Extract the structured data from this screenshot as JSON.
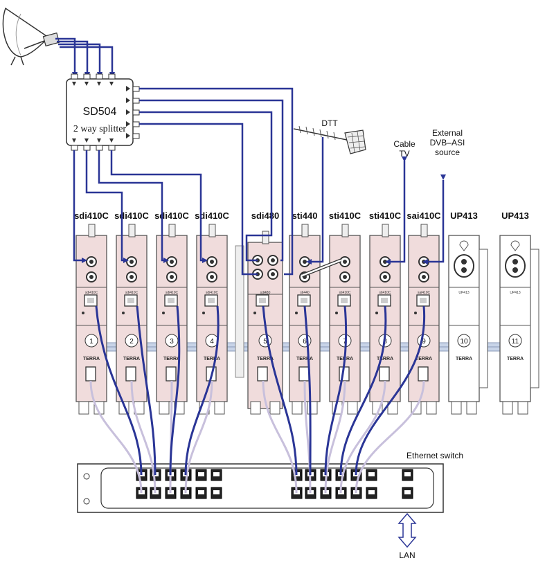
{
  "splitter": {
    "name": "SD504",
    "subtitle": "2 way splitter"
  },
  "sources": {
    "dtt": "DTT",
    "cable_line1": "Cable",
    "cable_line2": "TV",
    "asi_line1": "External",
    "asi_line2": "DVB–ASI",
    "asi_line3": "source"
  },
  "modules": [
    {
      "label": "sdi410C",
      "number": "1",
      "brand": "TERRA",
      "code": "sdi410C"
    },
    {
      "label": "sdi410C",
      "number": "2",
      "brand": "TERRA",
      "code": "sdi410C"
    },
    {
      "label": "sdi410C",
      "number": "3",
      "brand": "TERRA",
      "code": "sdi410C"
    },
    {
      "label": "sdi410C",
      "number": "4",
      "brand": "TERRA",
      "code": "sdi410C"
    },
    {
      "label": "sdi480",
      "number": "5",
      "brand": "TERRA",
      "code": "sdi480"
    },
    {
      "label": "sti440",
      "number": "6",
      "brand": "TERRA",
      "code": "sti440"
    },
    {
      "label": "sti410C",
      "number": "7",
      "brand": "TERRA",
      "code": "sti410C"
    },
    {
      "label": "sti410C",
      "number": "8",
      "brand": "TERRA",
      "code": "sti410C"
    },
    {
      "label": "sai410C",
      "number": "9",
      "brand": "TERRA",
      "code": "sai410C"
    },
    {
      "label": "UP413",
      "number": "10",
      "brand": "TERRA",
      "code": "UP413"
    },
    {
      "label": "UP413",
      "number": "11",
      "brand": "TERRA",
      "code": "UP413"
    }
  ],
  "switch": {
    "label": "Ethernet switch",
    "lan": "LAN"
  },
  "colors": {
    "coax": "#2a3596",
    "patch": "#c8c0dc",
    "module_fill": "#f0dcdc",
    "module_stroke": "#555555",
    "bus": "#b8c8e0"
  }
}
